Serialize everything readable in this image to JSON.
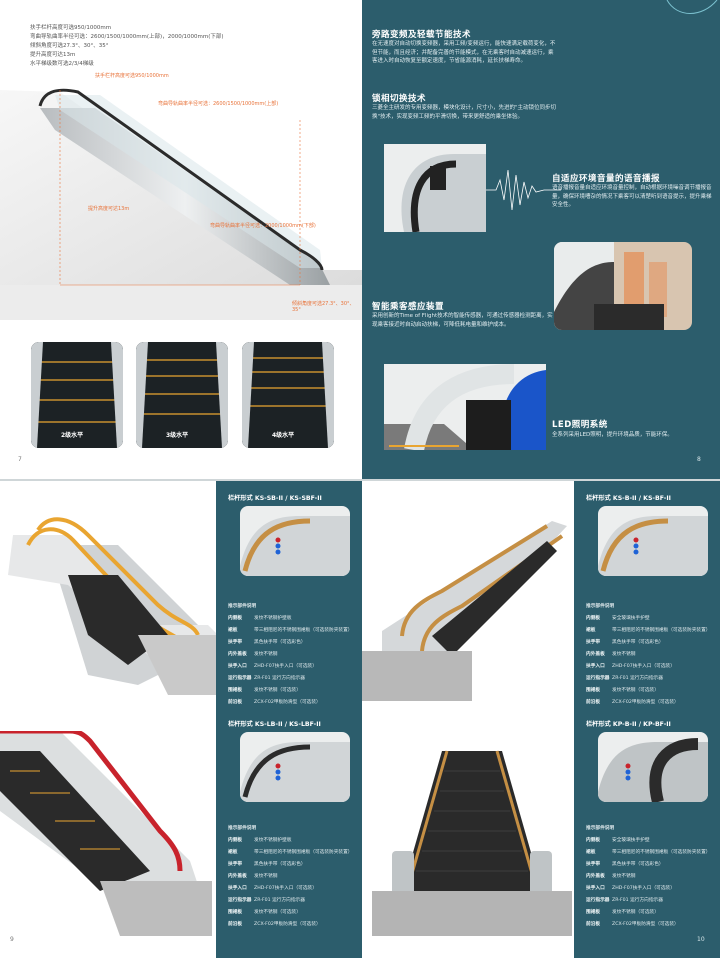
{
  "page7": {
    "bullets": [
      "扶手栏杆高度可选950/1000mm",
      "弯曲导轨曲率半径可选：2600/1500/1000mm(上部)，2000/1000mm(下部)",
      "倾斜角度可选27.3°、30°、35°",
      "提升高度可达13m",
      "水平梯级数可选2/3/4梯级"
    ],
    "annotations": {
      "handrail_height": "扶手栏杆高度可选950/1000mm",
      "upper_radius": "弯曲导轨曲率半径可选：2600/1500/1000mm(上部)",
      "lower_radius": "弯曲导轨曲率半径可选：2000/1000mm(下部)",
      "rise": "提升高度可达13m",
      "incline": "倾斜角度可选27.3°、30°、35°"
    },
    "step_labels": [
      "2级水平",
      "3级水平",
      "4级水平"
    ],
    "number": "7"
  },
  "page8": {
    "section1_title": "旁路变频及轻载节能技术",
    "section1_text": "在无速度对自动切换变频器，采用工频/变频运行，能快速满足载荷变化，不但节能，而且经济；并配备完善的节能模式，在无乘客时自动减速运行，乘客进入时自动恢复至额定速度，节省能源消耗，延长扶梯寿命。",
    "section2_title": "锁相切换技术",
    "section2_text": "三菱全主研发的专用变频器，模块化设计，尺寸小，先进的\"主动锁位同步切换\"技术，实现变频工频的平滑切换，带来更舒适的乘坐体验。",
    "section3_title": "自适应环境音量的语音播报",
    "section3_text": "语音播报音量自适应环境音量控制，自动根据环境噪音调节播报音量，确保环境嘈杂的情况下乘客可以清楚听到语音提示，提升乘梯安全性。",
    "section4_title": "智能乘客感应装置",
    "section4_text": "采用创新的Time of Flight技术的智能传感器，可通过传感器检测距离，实现乘客接近时自动启动扶梯，可降低耗电量和维护成本。",
    "section5_title": "LED照明系统",
    "section5_text": "全系列采用LED照明，提升环境品质，节能环保。",
    "number": "8"
  },
  "page9": {
    "top_title": "栏杆形式 KS-SB-II / KS-SBF-II",
    "bottom_title": "栏杆形式 KS-LB-II / KS-LBF-II",
    "spec_header": "推示部件说明",
    "specs_top": [
      [
        "内侧板",
        "发纹不锈钢护壁板"
      ],
      [
        "裙板",
        "带三相阻尼的不锈钢围裙板（可选装防夹装置）"
      ],
      [
        "扶手带",
        "黑色扶手带（可选彩色）"
      ],
      [
        "内外盖板",
        "发纹不锈钢"
      ],
      [
        "扶手入口",
        "ZHD-F07扶手入口（可选装） "
      ],
      [
        "运行指示器",
        "ZR-F01 运行方向指示器"
      ],
      [
        "围裙板",
        "发纹不锈钢（可选装）"
      ],
      [
        "前沿板",
        "ZCX-F02甲板防滑型（可选装）"
      ]
    ],
    "number": "9"
  },
  "page10": {
    "top_title": "栏杆形式 KS-B-II / KS-BF-II",
    "bottom_title": "栏杆形式 KP-B-II / KP-BF-II",
    "spec_header": "推示部件说明",
    "specs_top": [
      [
        "内侧板",
        "安全玻璃扶手护壁"
      ],
      [
        "裙板",
        "带三相阻尼的不锈钢围裙板（可选装防夹装置）"
      ],
      [
        "扶手带",
        "黑色扶手带（可选彩色）"
      ],
      [
        "内外盖板",
        "发纹不锈钢"
      ],
      [
        "扶手入口",
        "ZHD-F07扶手入口（可选装）"
      ],
      [
        "运行指示器",
        "ZR-F01 运行方向指示器"
      ],
      [
        "围裙板",
        "发纹不锈钢（可选装）"
      ],
      [
        "前沿板",
        "ZCX-F02甲板防滑型（可选装）"
      ]
    ],
    "number": "10"
  },
  "colors": {
    "teal": "#2c5d6c",
    "orange": "#e8733a",
    "amber": "#e9a531",
    "red": "#c8232c",
    "blue": "#1f63d6"
  }
}
